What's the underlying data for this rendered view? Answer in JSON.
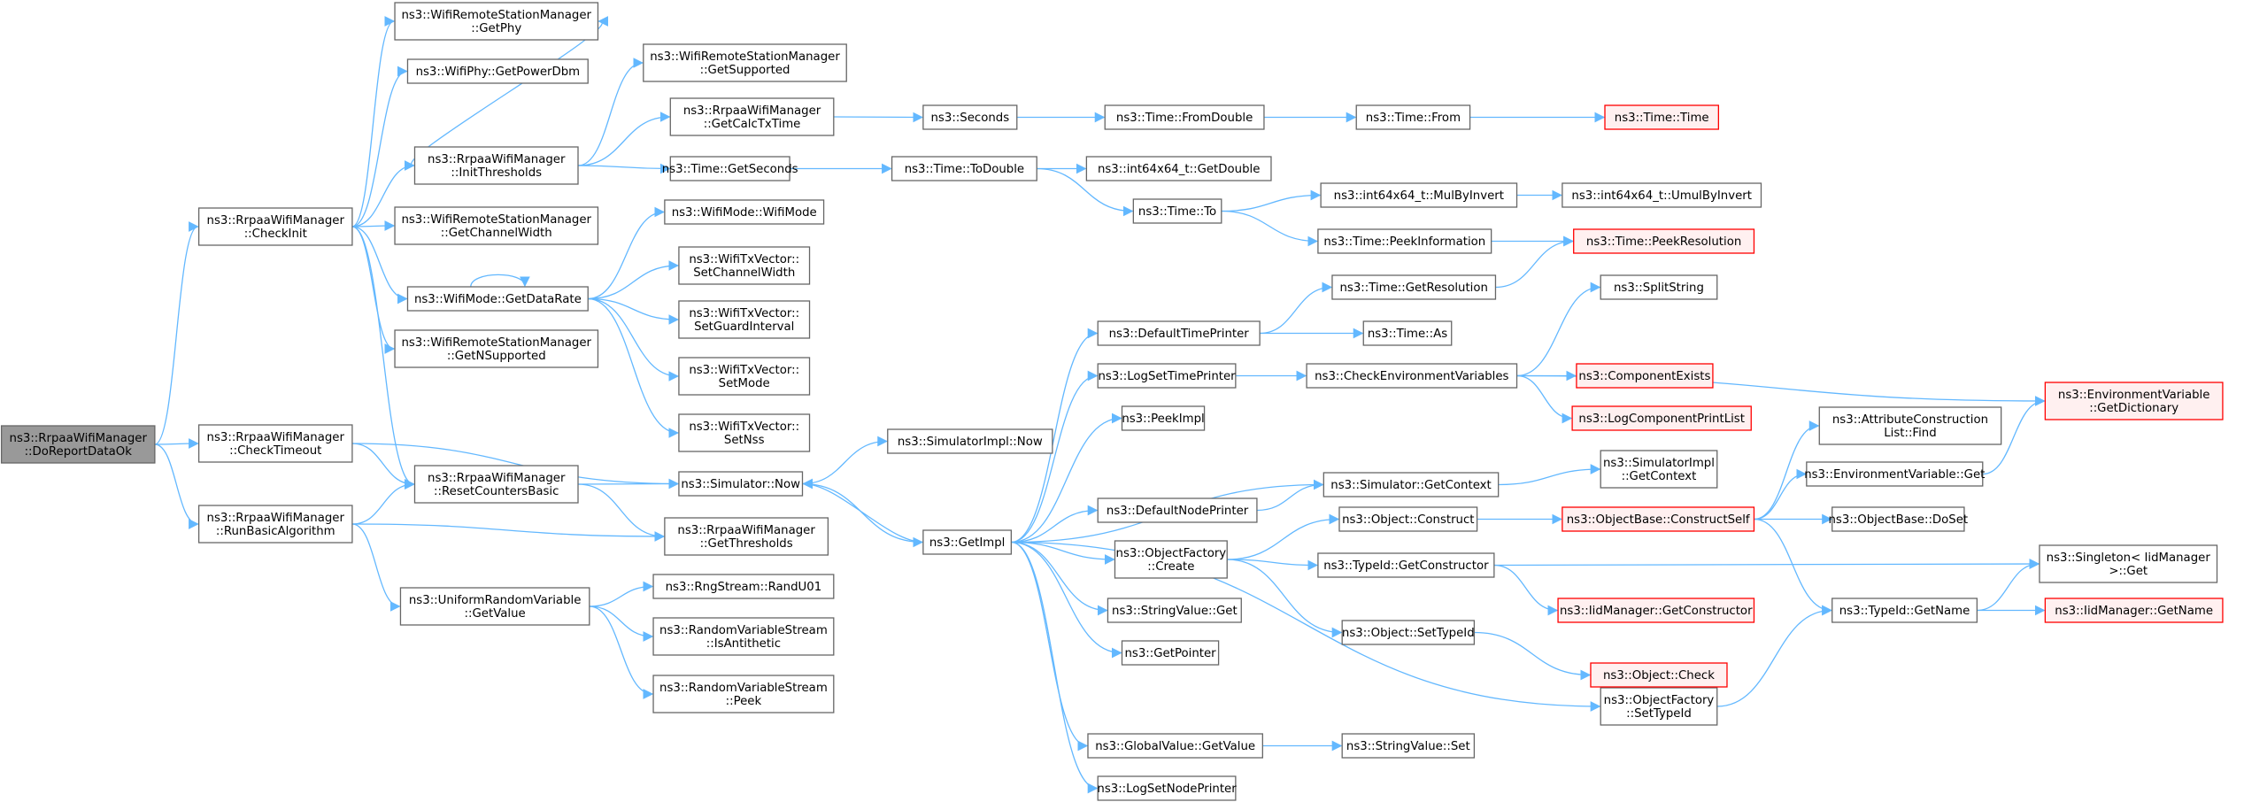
{
  "graph": {
    "nodes": [
      {
        "id": "n0",
        "label": [
          "ns3::RrpaaWifiManager",
          "::DoReportDataOk"
        ],
        "style": "root"
      },
      {
        "id": "n1",
        "label": [
          "ns3::RrpaaWifiManager",
          "::CheckInit"
        ]
      },
      {
        "id": "n2",
        "label": [
          "ns3::RrpaaWifiManager",
          "::CheckTimeout"
        ]
      },
      {
        "id": "n3",
        "label": [
          "ns3::RrpaaWifiManager",
          "::RunBasicAlgorithm"
        ]
      },
      {
        "id": "n4",
        "label": [
          "ns3::WifiRemoteStationManager",
          "::GetPhy"
        ]
      },
      {
        "id": "n5",
        "label": [
          "ns3::WifiPhy::GetPowerDbm"
        ]
      },
      {
        "id": "n6",
        "label": [
          "ns3::RrpaaWifiManager",
          "::InitThresholds"
        ]
      },
      {
        "id": "n7",
        "label": [
          "ns3::WifiRemoteStationManager",
          "::GetChannelWidth"
        ]
      },
      {
        "id": "n8",
        "label": [
          "ns3::WifiMode::GetDataRate"
        ]
      },
      {
        "id": "n9",
        "label": [
          "ns3::WifiRemoteStationManager",
          "::GetNSupported"
        ]
      },
      {
        "id": "n10",
        "label": [
          "ns3::RrpaaWifiManager",
          "::ResetCountersBasic"
        ]
      },
      {
        "id": "n11",
        "label": [
          "ns3::UniformRandomVariable",
          "::GetValue"
        ]
      },
      {
        "id": "n12",
        "label": [
          "ns3::WifiRemoteStationManager",
          "::GetSupported"
        ]
      },
      {
        "id": "n13",
        "label": [
          "ns3::RrpaaWifiManager",
          "::GetCalcTxTime"
        ]
      },
      {
        "id": "n14",
        "label": [
          "ns3::Time::GetSeconds"
        ]
      },
      {
        "id": "n15",
        "label": [
          "ns3::WifiMode::WifiMode"
        ]
      },
      {
        "id": "n16",
        "label": [
          "ns3::WifiTxVector::",
          "SetChannelWidth"
        ]
      },
      {
        "id": "n17",
        "label": [
          "ns3::WifiTxVector::",
          "SetGuardInterval"
        ]
      },
      {
        "id": "n18",
        "label": [
          "ns3::WifiTxVector::",
          "SetMode"
        ]
      },
      {
        "id": "n19",
        "label": [
          "ns3::WifiTxVector::",
          "SetNss"
        ]
      },
      {
        "id": "n20",
        "label": [
          "ns3::Simulator::Now"
        ]
      },
      {
        "id": "n21",
        "label": [
          "ns3::RrpaaWifiManager",
          "::GetThresholds"
        ]
      },
      {
        "id": "n22",
        "label": [
          "ns3::RngStream::RandU01"
        ]
      },
      {
        "id": "n23",
        "label": [
          "ns3::RandomVariableStream",
          "::IsAntithetic"
        ]
      },
      {
        "id": "n24",
        "label": [
          "ns3::RandomVariableStream",
          "::Peek"
        ]
      },
      {
        "id": "n25",
        "label": [
          "ns3::Seconds"
        ]
      },
      {
        "id": "n26",
        "label": [
          "ns3::Time::ToDouble"
        ]
      },
      {
        "id": "n27",
        "label": [
          "ns3::SimulatorImpl::Now"
        ]
      },
      {
        "id": "n28",
        "label": [
          "ns3::GetImpl"
        ]
      },
      {
        "id": "n29",
        "label": [
          "ns3::Time::FromDouble"
        ]
      },
      {
        "id": "n30",
        "label": [
          "ns3::int64x64_t::GetDouble"
        ]
      },
      {
        "id": "n31",
        "label": [
          "ns3::Time::To"
        ]
      },
      {
        "id": "n32",
        "label": [
          "ns3::DefaultTimePrinter"
        ]
      },
      {
        "id": "n33",
        "label": [
          "ns3::LogSetTimePrinter"
        ]
      },
      {
        "id": "n34",
        "label": [
          "ns3::PeekImpl"
        ]
      },
      {
        "id": "n35",
        "label": [
          "ns3::DefaultNodePrinter"
        ]
      },
      {
        "id": "n36",
        "label": [
          "ns3::ObjectFactory",
          "::Create"
        ]
      },
      {
        "id": "n37",
        "label": [
          "ns3::StringValue::Get"
        ]
      },
      {
        "id": "n38",
        "label": [
          "ns3::GetPointer"
        ]
      },
      {
        "id": "n39",
        "label": [
          "ns3::GlobalValue::GetValue"
        ]
      },
      {
        "id": "n40",
        "label": [
          "ns3::LogSetNodePrinter"
        ]
      },
      {
        "id": "n41",
        "label": [
          "ns3::Time::From"
        ]
      },
      {
        "id": "n42",
        "label": [
          "ns3::int64x64_t::MulByInvert"
        ]
      },
      {
        "id": "n43",
        "label": [
          "ns3::Time::PeekInformation"
        ]
      },
      {
        "id": "n44",
        "label": [
          "ns3::Time::GetResolution"
        ]
      },
      {
        "id": "n45",
        "label": [
          "ns3::Time::As"
        ]
      },
      {
        "id": "n46",
        "label": [
          "ns3::CheckEnvironmentVariables"
        ]
      },
      {
        "id": "n47",
        "label": [
          "ns3::Simulator::GetContext"
        ]
      },
      {
        "id": "n48",
        "label": [
          "ns3::Object::Construct"
        ]
      },
      {
        "id": "n49",
        "label": [
          "ns3::TypeId::GetConstructor"
        ]
      },
      {
        "id": "n50",
        "label": [
          "ns3::Object::SetTypeId"
        ]
      },
      {
        "id": "n51",
        "label": [
          "ns3::ObjectFactory",
          "::SetTypeId"
        ]
      },
      {
        "id": "n52",
        "label": [
          "ns3::StringValue::Set"
        ]
      },
      {
        "id": "n53",
        "label": [
          "ns3::Time::Time"
        ],
        "style": "red"
      },
      {
        "id": "n54",
        "label": [
          "ns3::int64x64_t::UmulByInvert"
        ]
      },
      {
        "id": "n55",
        "label": [
          "ns3::Time::PeekResolution"
        ],
        "style": "red"
      },
      {
        "id": "n56",
        "label": [
          "ns3::SplitString"
        ]
      },
      {
        "id": "n57",
        "label": [
          "ns3::ComponentExists"
        ],
        "style": "red"
      },
      {
        "id": "n58",
        "label": [
          "ns3::LogComponentPrintList"
        ],
        "style": "red"
      },
      {
        "id": "n59",
        "label": [
          "ns3::SimulatorImpl",
          "::GetContext"
        ]
      },
      {
        "id": "n60",
        "label": [
          "ns3::ObjectBase::ConstructSelf"
        ],
        "style": "red"
      },
      {
        "id": "n61",
        "label": [
          "ns3::IidManager::GetConstructor"
        ],
        "style": "red"
      },
      {
        "id": "n62",
        "label": [
          "ns3::Object::Check"
        ],
        "style": "red"
      },
      {
        "id": "n63",
        "label": [
          "ns3::TypeId::GetName"
        ]
      },
      {
        "id": "n64",
        "label": [
          "ns3::AttributeConstruction",
          "List::Find"
        ]
      },
      {
        "id": "n65",
        "label": [
          "ns3::EnvironmentVariable::Get"
        ]
      },
      {
        "id": "n66",
        "label": [
          "ns3::ObjectBase::DoSet"
        ]
      },
      {
        "id": "n67",
        "label": [
          "ns3::EnvironmentVariable",
          "::GetDictionary"
        ],
        "style": "red"
      },
      {
        "id": "n68",
        "label": [
          "ns3::Singleton< IidManager",
          " >::Get"
        ]
      },
      {
        "id": "n69",
        "label": [
          "ns3::IidManager::GetName"
        ],
        "style": "red"
      }
    ],
    "edges": [
      [
        "n0",
        "n1"
      ],
      [
        "n0",
        "n2"
      ],
      [
        "n0",
        "n3"
      ],
      [
        "n1",
        "n4"
      ],
      [
        "n1",
        "n5"
      ],
      [
        "n1",
        "n6"
      ],
      [
        "n1",
        "n7"
      ],
      [
        "n1",
        "n8"
      ],
      [
        "n1",
        "n9"
      ],
      [
        "n1",
        "n10"
      ],
      [
        "n6",
        "n12"
      ],
      [
        "n6",
        "n13"
      ],
      [
        "n6",
        "n14"
      ],
      [
        "n6",
        "n4"
      ],
      [
        "n8",
        "n8"
      ],
      [
        "n8",
        "n15"
      ],
      [
        "n8",
        "n16"
      ],
      [
        "n8",
        "n17"
      ],
      [
        "n8",
        "n18"
      ],
      [
        "n8",
        "n19"
      ],
      [
        "n2",
        "n10"
      ],
      [
        "n2",
        "n20"
      ],
      [
        "n3",
        "n10"
      ],
      [
        "n3",
        "n21"
      ],
      [
        "n3",
        "n11"
      ],
      [
        "n10",
        "n20"
      ],
      [
        "n10",
        "n21"
      ],
      [
        "n11",
        "n22"
      ],
      [
        "n11",
        "n23"
      ],
      [
        "n11",
        "n24"
      ],
      [
        "n13",
        "n25"
      ],
      [
        "n25",
        "n29"
      ],
      [
        "n29",
        "n41"
      ],
      [
        "n41",
        "n53"
      ],
      [
        "n14",
        "n26"
      ],
      [
        "n26",
        "n30"
      ],
      [
        "n26",
        "n31"
      ],
      [
        "n31",
        "n42"
      ],
      [
        "n31",
        "n43"
      ],
      [
        "n42",
        "n54"
      ],
      [
        "n43",
        "n55"
      ],
      [
        "n20",
        "n27"
      ],
      [
        "n20",
        "n28"
      ],
      [
        "n28",
        "n32"
      ],
      [
        "n28",
        "n33"
      ],
      [
        "n28",
        "n34"
      ],
      [
        "n28",
        "n35"
      ],
      [
        "n28",
        "n36"
      ],
      [
        "n28",
        "n37"
      ],
      [
        "n28",
        "n38"
      ],
      [
        "n28",
        "n39"
      ],
      [
        "n28",
        "n40"
      ],
      [
        "n28",
        "n47"
      ],
      [
        "n28",
        "n51"
      ],
      [
        "n28",
        "n20"
      ],
      [
        "n32",
        "n44"
      ],
      [
        "n32",
        "n45"
      ],
      [
        "n44",
        "n55"
      ],
      [
        "n33",
        "n46"
      ],
      [
        "n46",
        "n56"
      ],
      [
        "n46",
        "n57"
      ],
      [
        "n46",
        "n58"
      ],
      [
        "n46",
        "n67"
      ],
      [
        "n35",
        "n47"
      ],
      [
        "n47",
        "n59"
      ],
      [
        "n36",
        "n48"
      ],
      [
        "n36",
        "n49"
      ],
      [
        "n36",
        "n50"
      ],
      [
        "n48",
        "n60"
      ],
      [
        "n49",
        "n61"
      ],
      [
        "n49",
        "n68"
      ],
      [
        "n50",
        "n62"
      ],
      [
        "n60",
        "n64"
      ],
      [
        "n60",
        "n65"
      ],
      [
        "n60",
        "n66"
      ],
      [
        "n60",
        "n63"
      ],
      [
        "n65",
        "n67"
      ],
      [
        "n63",
        "n68"
      ],
      [
        "n63",
        "n69"
      ],
      [
        "n51",
        "n63"
      ],
      [
        "n39",
        "n52"
      ]
    ]
  }
}
